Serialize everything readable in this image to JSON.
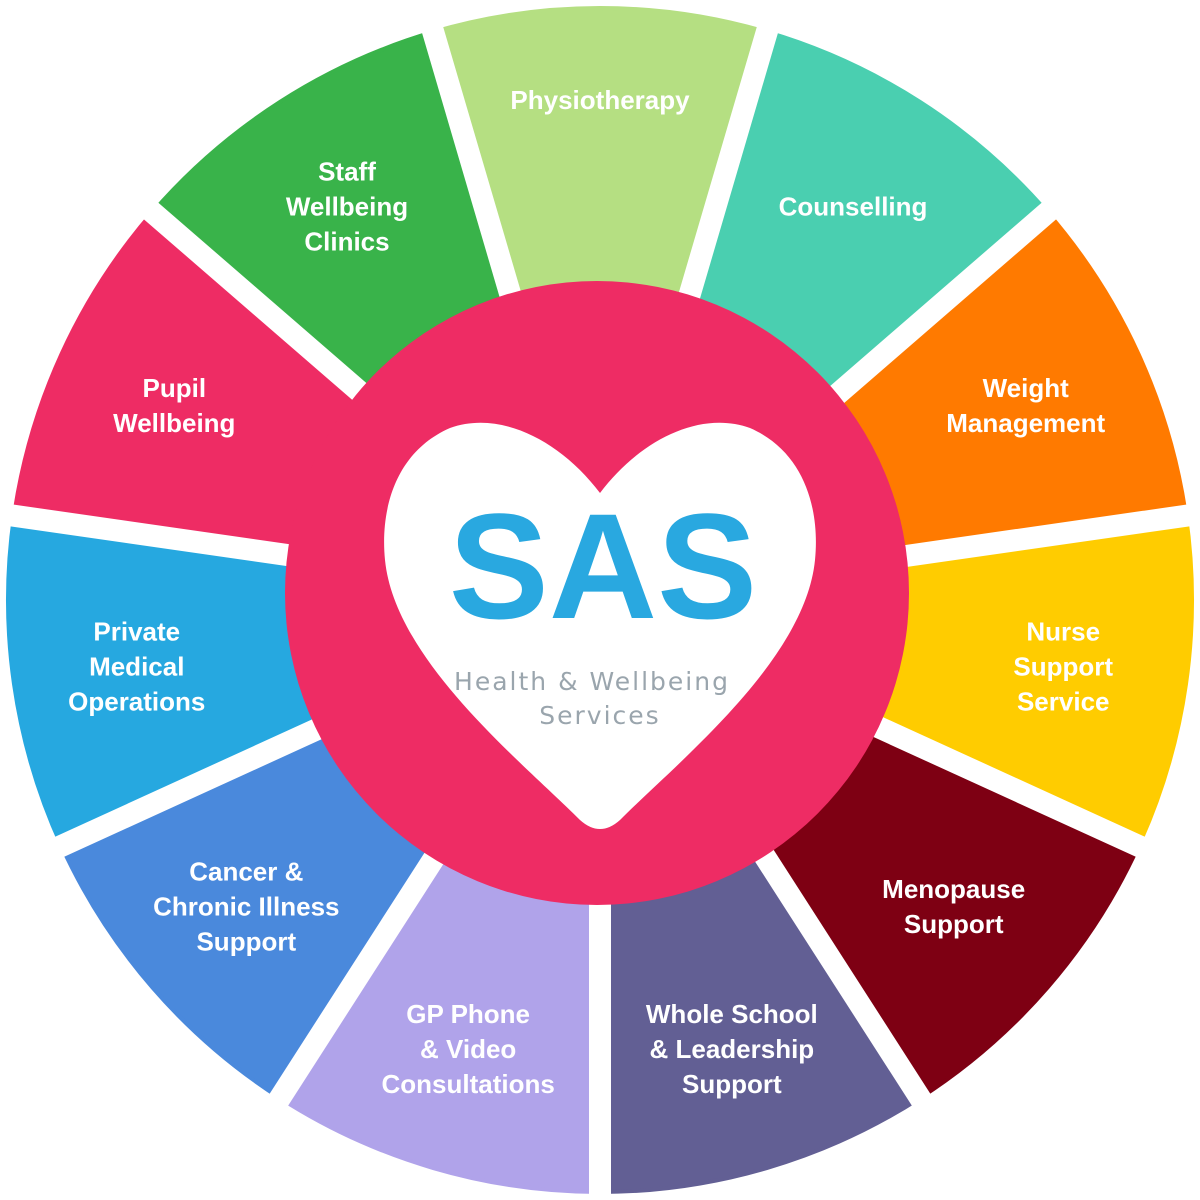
{
  "logo": {
    "title": "SAS",
    "subtitle_line1": "Health & Wellbeing",
    "subtitle_line2": "Services",
    "brand_color": "#29a8e0",
    "center_color": "#ee2c64"
  },
  "segments": [
    {
      "label": [
        "Physiotherapy"
      ],
      "color": "#b5df82"
    },
    {
      "label": [
        "Counselling"
      ],
      "color": "#4acfb0"
    },
    {
      "label": [
        "Weight",
        "Management"
      ],
      "color": "#ff7a00"
    },
    {
      "label": [
        "Nurse",
        "Support",
        "Service"
      ],
      "color": "#ffcc00"
    },
    {
      "label": [
        "Menopause",
        "Support"
      ],
      "color": "#7e0013"
    },
    {
      "label": [
        "Whole School",
        "& Leadership",
        "Support"
      ],
      "color": "#625f94"
    },
    {
      "label": [
        "GP Phone",
        "& Video",
        "Consultations"
      ],
      "color": "#b0a3ea"
    },
    {
      "label": [
        "Cancer &",
        "Chronic Illness",
        "Support"
      ],
      "color": "#4a89dc"
    },
    {
      "label": [
        "Private",
        "Medical",
        "Operations"
      ],
      "color": "#26a8e0"
    },
    {
      "label": [
        "Pupil",
        "Wellbeing"
      ],
      "color": "#ee2c64"
    },
    {
      "label": [
        "Staff",
        "Wellbeing",
        "Clinics"
      ],
      "color": "#39b34a"
    }
  ]
}
